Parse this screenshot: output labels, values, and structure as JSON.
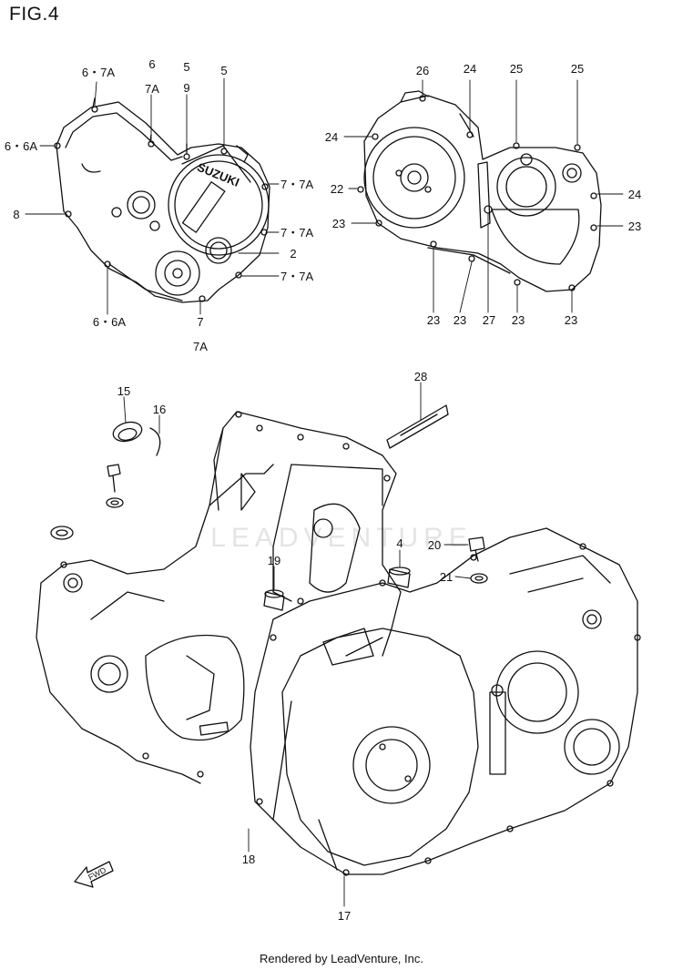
{
  "figure": {
    "title": "FIG.4",
    "watermark": "LEADVENTURE",
    "footer": "Rendered by LeadVenture, Inc.",
    "direction_tag": "FWD",
    "cover_brand": "SUZUKI"
  },
  "callouts": {
    "left_cover": [
      "6・7A",
      "6",
      "7A",
      "5",
      "9",
      "5",
      "6・6A",
      "8",
      "7・7A",
      "7・7A",
      "2",
      "7・7A",
      "6・6A",
      "7",
      "7A"
    ],
    "right_cover": [
      "26",
      "24",
      "25",
      "25",
      "24",
      "22",
      "23",
      "24",
      "23",
      "23",
      "23",
      "27",
      "23",
      "23"
    ],
    "crankcase": [
      "28",
      "15",
      "16",
      "20",
      "21",
      "4",
      "19",
      "18",
      "17"
    ]
  },
  "colors": {
    "line": "#111111",
    "background": "#ffffff",
    "watermark": "#e4e4e4"
  }
}
